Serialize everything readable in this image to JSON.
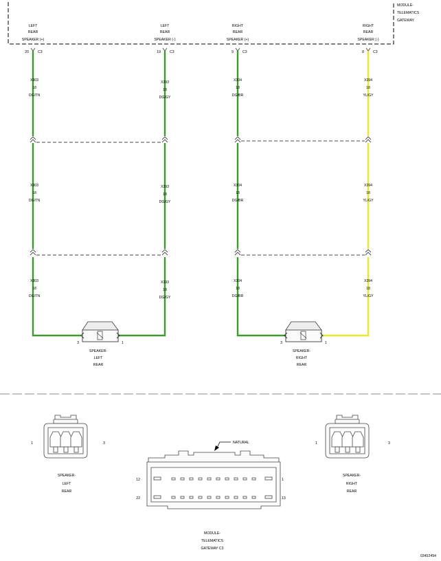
{
  "module": {
    "name_lines": [
      "MODULE-",
      "TELEMATICS",
      "GATEWAY"
    ],
    "pins": [
      {
        "lines": [
          "LEFT",
          "REAR",
          "SPEAKER (+)"
        ],
        "pin": "20",
        "connector": "C3"
      },
      {
        "lines": [
          "LEFT",
          "REAR",
          "SPEAKER (-)"
        ],
        "pin": "19",
        "connector": "C3"
      },
      {
        "lines": [
          "RIGHT",
          "REAR",
          "SPEAKER (+)"
        ],
        "pin": "9",
        "connector": "C3"
      },
      {
        "lines": [
          "RIGHT",
          "REAR",
          "SPEAKER (-)"
        ],
        "pin": "8",
        "connector": "C3"
      }
    ]
  },
  "wires": [
    {
      "circuit": "X303",
      "gauge": "18",
      "color_code": "DG/TN",
      "color": "#3a9a2a"
    },
    {
      "circuit": "X393",
      "gauge": "18",
      "color_code": "DG/GY",
      "color": "#3a9a2a"
    },
    {
      "circuit": "X304",
      "gauge": "18",
      "color_code": "DG/BR",
      "color": "#3a9a2a"
    },
    {
      "circuit": "X394",
      "gauge": "18",
      "color_code": "YL/GY",
      "color": "#e8e82a"
    }
  ],
  "speakers": [
    {
      "pin_left": "3",
      "pin_right": "1",
      "lines": [
        "SPEAKER-",
        "LEFT",
        "REAR"
      ]
    },
    {
      "pin_left": "3",
      "pin_right": "1",
      "lines": [
        "SPEAKER-",
        "RIGHT",
        "REAR"
      ]
    }
  ],
  "connector_views": {
    "left_speaker": {
      "pin_left": "1",
      "pin_right": "3",
      "lines": [
        "SPEAKER-",
        "LEFT",
        "REAR"
      ]
    },
    "right_speaker": {
      "pin_left": "1",
      "pin_right": "3",
      "lines": [
        "SPEAKER-",
        "RIGHT",
        "REAR"
      ]
    },
    "gateway": {
      "note": "NATURAL",
      "pin_top_left": "12",
      "pin_top_right": "1",
      "pin_bottom_left": "22",
      "pin_bottom_right": "13",
      "lines": [
        "MODULE-",
        "TELEMATICS",
        "GATEWAY C3"
      ]
    }
  },
  "figure_id": "03452494"
}
